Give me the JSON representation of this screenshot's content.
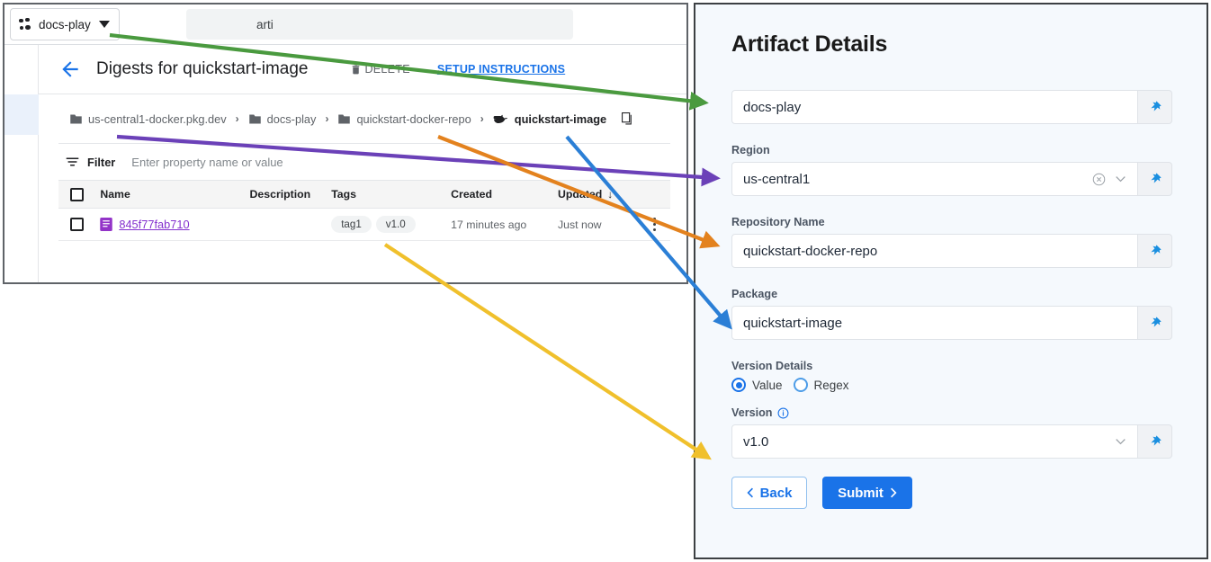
{
  "browser": {
    "project_chip": {
      "label": "docs-play",
      "icon": "project-dots-icon",
      "caret": "caret-down-icon"
    },
    "search": {
      "value": "arti",
      "placeholder": "arti"
    }
  },
  "page": {
    "title": "Digests for quickstart-image",
    "back_icon": "back-arrow-icon",
    "actions": [
      {
        "name": "delete",
        "label": "DELETE",
        "icon": "trash-icon"
      },
      {
        "name": "setup-instructions",
        "label": "SETUP INSTRUCTIONS"
      }
    ],
    "breadcrumb": {
      "items": [
        {
          "label": "us-central1-docker.pkg.dev",
          "icon": "folder-icon"
        },
        {
          "label": "docs-play",
          "icon": "folder-icon"
        },
        {
          "label": "quickstart-docker-repo",
          "icon": "folder-icon"
        },
        {
          "label": "quickstart-image",
          "icon": "docker-whale-icon"
        }
      ],
      "separator": "›",
      "copy_icon": "copy-icon"
    }
  },
  "filter": {
    "icon": "filter-icon",
    "label": "Filter",
    "placeholder": "Enter property name or value"
  },
  "table": {
    "columns": [
      "Name",
      "Description",
      "Tags",
      "Created",
      "Updated"
    ],
    "sorted_column": "Updated",
    "sort_arrow": "↓",
    "rows": [
      {
        "name": "845f77fab710",
        "name_icon": "digest-icon",
        "description": "",
        "tags": [
          "tag1",
          "v1.0"
        ],
        "created": "17 minutes ago",
        "updated": "Just now",
        "more_icon": "kebab-menu-icon"
      }
    ]
  },
  "form": {
    "title": "Artifact Details",
    "fields": [
      {
        "key": "project",
        "label": "",
        "value": "docs-play",
        "has_clear": false,
        "has_chevron": false,
        "pin_icon": "pin-icon"
      },
      {
        "key": "region",
        "label": "Region",
        "value": "us-central1",
        "has_clear": true,
        "has_chevron": true,
        "clear_icon": "clear-circle-icon",
        "chevron_icon": "chevron-down-icon",
        "pin_icon": "pin-icon"
      },
      {
        "key": "repository_name",
        "label": "Repository Name",
        "value": "quickstart-docker-repo",
        "has_clear": false,
        "has_chevron": false,
        "pin_icon": "pin-icon"
      },
      {
        "key": "package",
        "label": "Package",
        "value": "quickstart-image",
        "has_clear": false,
        "has_chevron": false,
        "pin_icon": "pin-icon"
      }
    ],
    "version_details": {
      "label": "Version Details",
      "options": [
        {
          "label": "Value",
          "selected": true
        },
        {
          "label": "Regex",
          "selected": false
        }
      ]
    },
    "version": {
      "label": "Version",
      "info_icon": "info-icon",
      "value": "v1.0",
      "chevron_icon": "chevron-down-icon",
      "pin_icon": "pin-icon"
    },
    "buttons": {
      "back": {
        "label": "Back",
        "icon": "chevron-left-icon"
      },
      "submit": {
        "label": "Submit",
        "icon": "chevron-right-icon"
      }
    }
  },
  "annotations": {
    "arrows": [
      {
        "name": "arrow-project-to-docs-play",
        "color": "#4a9a3f"
      },
      {
        "name": "arrow-breadcrumb-to-region",
        "color": "#6b41b8"
      },
      {
        "name": "arrow-repo-crumb-to-repository-name",
        "color": "#e3821e"
      },
      {
        "name": "arrow-image-crumb-to-package",
        "color": "#1a73e8"
      },
      {
        "name": "arrow-tag-to-version",
        "color": "#f0c02c"
      }
    ]
  }
}
